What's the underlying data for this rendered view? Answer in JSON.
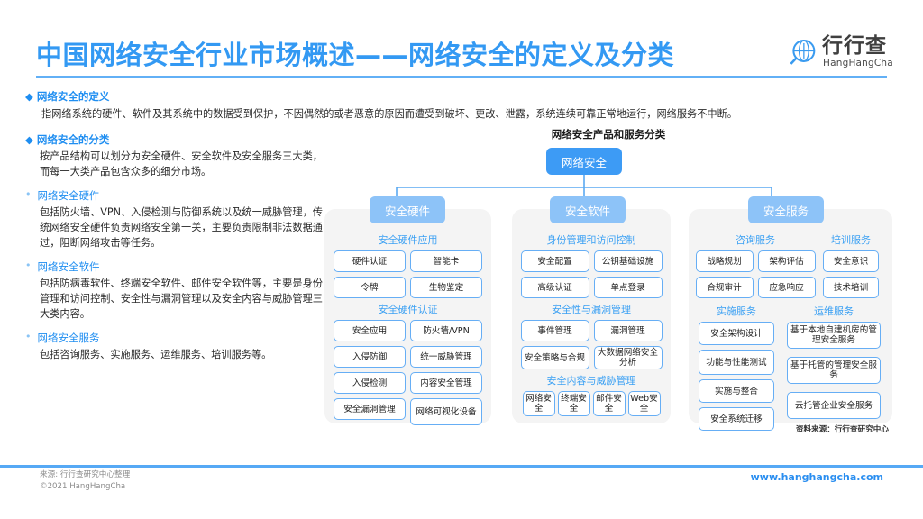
{
  "header": {
    "title": "中国网络安全行业市场概述——网络安全的定义及分类",
    "logo_cn": "行行查",
    "logo_en": "HangHangCha",
    "accent_color": "#3399f3",
    "rule_color": "#62b0f6"
  },
  "definition": {
    "heading": "◆ 网络安全的定义",
    "body": "指网络系统的硬件、软件及其系统中的数据受到保护，不因偶然的或者恶意的原因而遭受到破坏、更改、泄露，系统连续可靠正常地运行，网络服务不中断。"
  },
  "left_column": {
    "classification": {
      "heading": "◆ 网络安全的分类",
      "body": "按产品结构可以划分为安全硬件、安全软件及安全服务三大类，而每一大类产品包含众多的细分市场。"
    },
    "items": [
      {
        "heading": "网络安全硬件",
        "body": "包括防火墙、VPN、入侵检测与防御系统以及统一威胁管理，传统网络安全硬件负责网络安全第一关，主要负责限制非法数据通过，阻断网络攻击等任务。"
      },
      {
        "heading": "网络安全软件",
        "body": "包括防病毒软件、终端安全软件、邮件安全软件等，主要是身份管理和访问控制、安全性与漏洞管理以及安全内容与威胁管理三大类内容。"
      },
      {
        "heading": "网络安全服务",
        "body": "包括咨询服务、实施服务、运维服务、培训服务等。"
      }
    ]
  },
  "chart_data": {
    "type": "diagram",
    "title": "网络安全产品和服务分类",
    "root": "网络安全",
    "branches": [
      {
        "name": "安全硬件",
        "color": "#8dc3f8",
        "sections": [
          {
            "name": "安全硬件应用",
            "items": [
              "硬件认证",
              "智能卡",
              "令牌",
              "生物鉴定"
            ]
          },
          {
            "name": "安全硬件认证",
            "items": [
              "安全应用",
              "防火墙/VPN",
              "入侵防御",
              "统一威胁管理",
              "入侵检测",
              "内容安全管理",
              "安全漏洞管理",
              "网络可视化设备"
            ]
          }
        ]
      },
      {
        "name": "安全软件",
        "color": "#8dc3f8",
        "sections": [
          {
            "name": "身份管理和访问控制",
            "items": [
              "安全配置",
              "公钥基础设施",
              "高级认证",
              "单点登录"
            ]
          },
          {
            "name": "安全性与漏洞管理",
            "items": [
              "事件管理",
              "漏洞管理",
              "安全策略与合规",
              "大数据网络安全分析"
            ]
          },
          {
            "name": "安全内容与威胁管理",
            "items": [
              "网络安全",
              "终端安全",
              "邮件安全",
              "Web安全"
            ]
          }
        ]
      },
      {
        "name": "安全服务",
        "color": "#8dc3f8",
        "sections": [
          {
            "name": "咨询服务",
            "items": [
              "战略规划",
              "架构评估",
              "合规审计",
              "应急响应"
            ]
          },
          {
            "name": "培训服务",
            "items": [
              "安全意识",
              "技术培训"
            ]
          },
          {
            "name": "实施服务",
            "items": [
              "安全架构设计",
              "功能与性能测试",
              "实施与整合",
              "安全系统迁移"
            ]
          },
          {
            "name": "运维服务",
            "items": [
              "基于本地自建机房的管理安全服务",
              "基于托管的管理安全服务",
              "云托管企业安全服务"
            ]
          }
        ]
      }
    ],
    "source": "资料来源：行行查研究中心"
  },
  "footer": {
    "source_line": "来源: 行行查研究中心整理",
    "copyright": "©2021 HangHangCha",
    "website": "www.hanghangcha.com"
  }
}
